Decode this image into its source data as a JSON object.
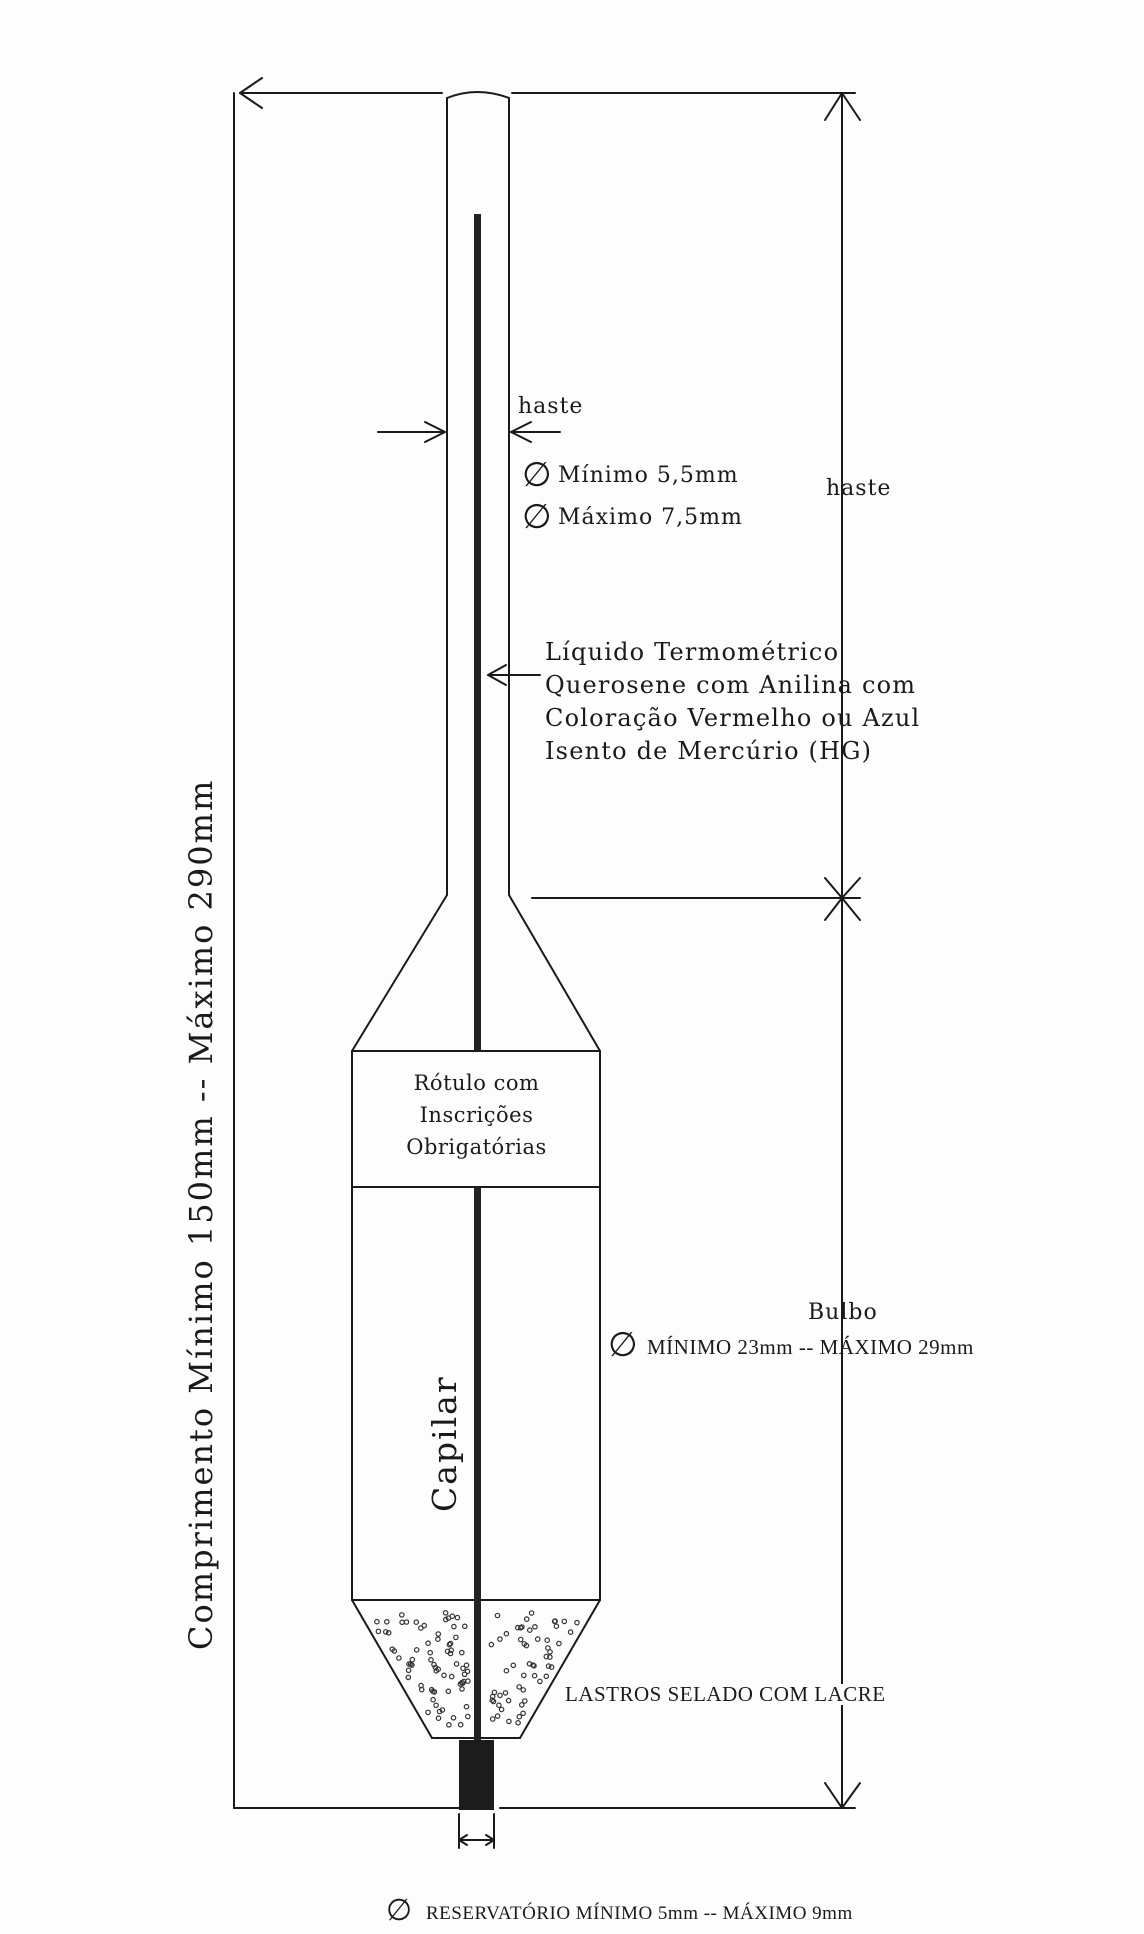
{
  "diagram": {
    "overall_length_label": "Comprimento Mínimo 150mm   --   Máximo 290mm",
    "stem_width_label": "haste",
    "stem_min_diameter": "Mínimo 5,5mm",
    "stem_max_diameter": "Máximo 7,5mm",
    "stem_length_label": "haste",
    "liquid_lines": [
      "Líquido Termométrico",
      "Querosene com Anilina com",
      "Coloração Vermelho ou Azul",
      "Isento de Mercúrio (HG)"
    ],
    "label_lines": [
      "Rótulo com",
      "Inscrições",
      "Obrigatórias"
    ],
    "capillary_label": "Capilar",
    "bulb_label": "Bulbo",
    "bulb_diameter_label": "MÍNIMO 23mm  --  MÁXIMO 29mm",
    "ballast_label": "LASTROS SELADO COM LACRE",
    "reservoir_label": "RESERVATÓRIO MÍNIMO 5mm  --  MÁXIMO 9mm",
    "diameter_symbol": "∅",
    "line_color": "#1a1a1a",
    "capillary_color": "#222222"
  }
}
